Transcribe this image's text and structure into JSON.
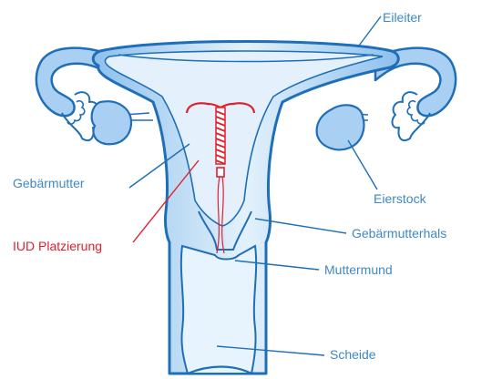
{
  "labels": {
    "eileiter": "Eileiter",
    "gebaermutter": "Gebärmutter",
    "eierstock": "Eierstock",
    "iud": "IUD Platzierung",
    "gebaermutterhals": "Gebärmutterhals",
    "muttermund": "Muttermund",
    "scheide": "Scheide"
  },
  "colors": {
    "outline": "#1e6fb8",
    "fill": "#a9cff2",
    "fill_light": "#d9ecfb",
    "label_blue": "#3f88c5",
    "iud": "#e0202e"
  }
}
